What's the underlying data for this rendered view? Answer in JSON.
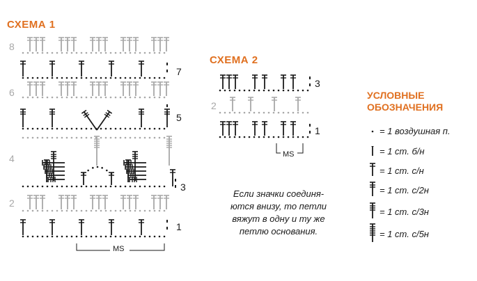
{
  "scheme1": {
    "title": "СХЕМА 1",
    "rows": [
      "1",
      "2",
      "3",
      "4",
      "5",
      "6",
      "7",
      "8"
    ],
    "repeat_label": "MS"
  },
  "scheme2": {
    "title": "СХЕМА 2",
    "rows": [
      "1",
      "2",
      "3"
    ],
    "repeat_label": "MS"
  },
  "note": {
    "lines": [
      "Если значки соединя-",
      "ются внизу, то петли",
      "вяжут в одну и ту же",
      "петлю основания."
    ]
  },
  "legend": {
    "title_line1": "УСЛОВНЫЕ",
    "title_line2": "ОБОЗНАЧЕНИЯ",
    "items": [
      {
        "icon": "chain-stitch-icon",
        "label": "= 1 воздушная п."
      },
      {
        "icon": "single-crochet-icon",
        "label": "= 1 ст. б/н"
      },
      {
        "icon": "double-crochet-icon",
        "label": "= 1 ст. с/н"
      },
      {
        "icon": "treble-crochet-icon",
        "label": "= 1 ст. с/2н"
      },
      {
        "icon": "triple-treble-crochet-icon",
        "label": "= 1 ст. с/3н"
      },
      {
        "icon": "quintuple-treble-crochet-icon",
        "label": "= 1 ст. с/5н"
      }
    ]
  },
  "colors": {
    "accent": "#e07020",
    "ink": "#1a1a1a",
    "gray_rows": "#a8a8a8"
  }
}
